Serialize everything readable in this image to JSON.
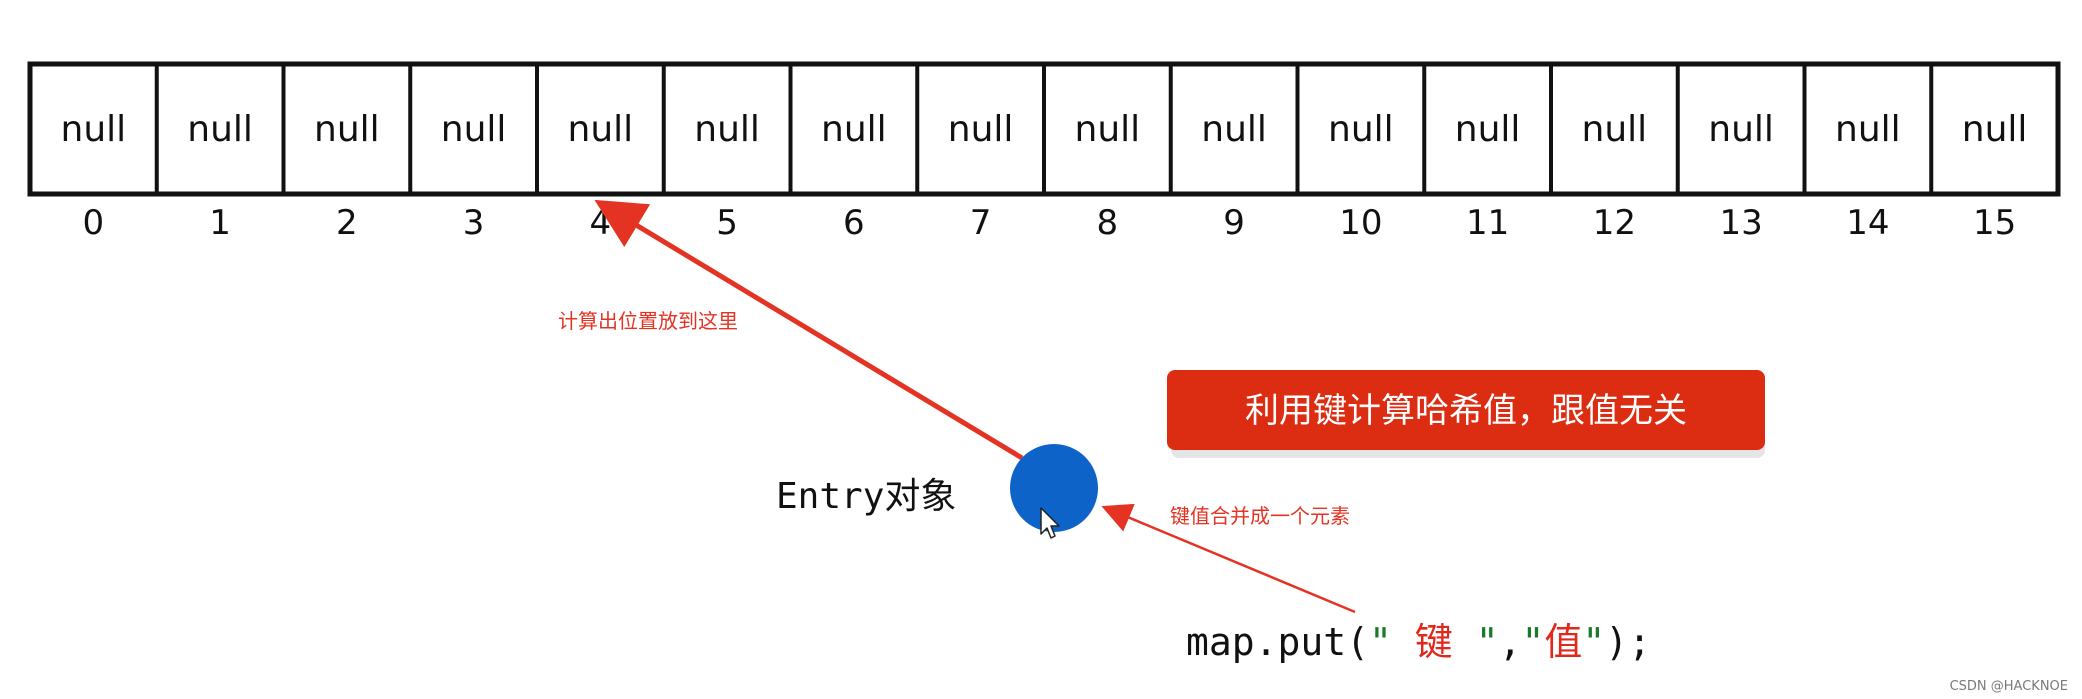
{
  "array": {
    "slots": [
      {
        "index": "0",
        "value": "null"
      },
      {
        "index": "1",
        "value": "null"
      },
      {
        "index": "2",
        "value": "null"
      },
      {
        "index": "3",
        "value": "null"
      },
      {
        "index": "4",
        "value": "null"
      },
      {
        "index": "5",
        "value": "null"
      },
      {
        "index": "6",
        "value": "null"
      },
      {
        "index": "7",
        "value": "null"
      },
      {
        "index": "8",
        "value": "null"
      },
      {
        "index": "9",
        "value": "null"
      },
      {
        "index": "10",
        "value": "null"
      },
      {
        "index": "11",
        "value": "null"
      },
      {
        "index": "12",
        "value": "null"
      },
      {
        "index": "13",
        "value": "null"
      },
      {
        "index": "14",
        "value": "null"
      },
      {
        "index": "15",
        "value": "null"
      }
    ]
  },
  "labels": {
    "compute_position": "计算出位置放到这里",
    "merge": "键值合并成一个元素",
    "entry_object": "Entry对象"
  },
  "banner": {
    "text": "利用键计算哈希值，跟值无关"
  },
  "code": {
    "prefix": "map.put(",
    "key_open_quote": "\"",
    "key": " 键 ",
    "key_close_quote": "\"",
    "comma": ",",
    "value_open_quote": "\"",
    "value": "值",
    "value_close_quote": "\"",
    "suffix": ");"
  },
  "watermark": "CSDN @HACKNOE",
  "colors": {
    "arrow": "#e53323",
    "banner_bg": "#dc2c12",
    "entry_circle": "#0e63c9",
    "code_quote": "#1a7a2a",
    "code_key_value": "#e0281c"
  }
}
